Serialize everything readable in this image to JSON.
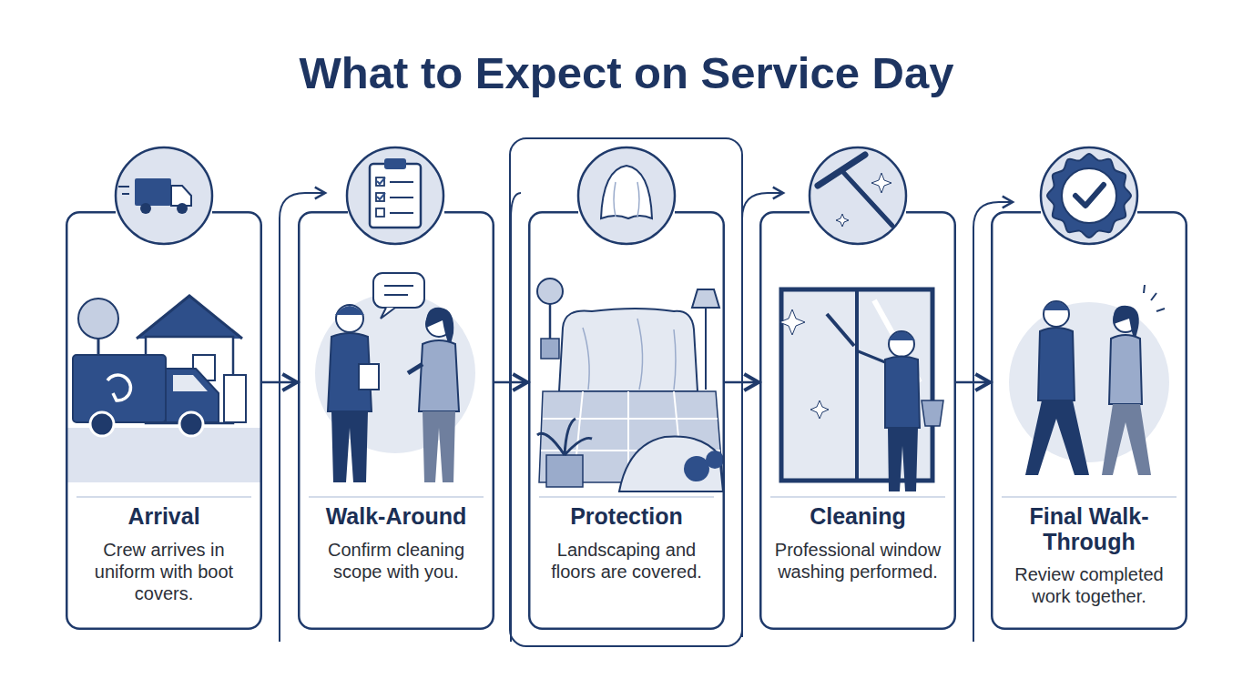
{
  "diagram": {
    "title": "What to Expect on Service Day",
    "nodes": [
      {
        "text": [
          "Arrival",
          "Crew arrives in uniform with boot covers."
        ]
      },
      {
        "text": [
          "Walk-Around",
          "Confirm cleaning scope with you."
        ]
      },
      {
        "text": [
          "Protection",
          "Landscaping and floors are covered."
        ]
      },
      {
        "text": [
          "Cleaning",
          "Professional window washing performed."
        ]
      },
      {
        "text": [
          "Final Walk-Through",
          "Review completed work together."
        ]
      }
    ],
    "edges": [
      {
        "from": 0,
        "to": 1,
        "arrow": "to"
      },
      {
        "from": 1,
        "to": 2,
        "arrow": "to"
      },
      {
        "from": 2,
        "to": 3,
        "arrow": "to"
      },
      {
        "from": 3,
        "to": 4,
        "arrow": "to"
      }
    ]
  }
}
